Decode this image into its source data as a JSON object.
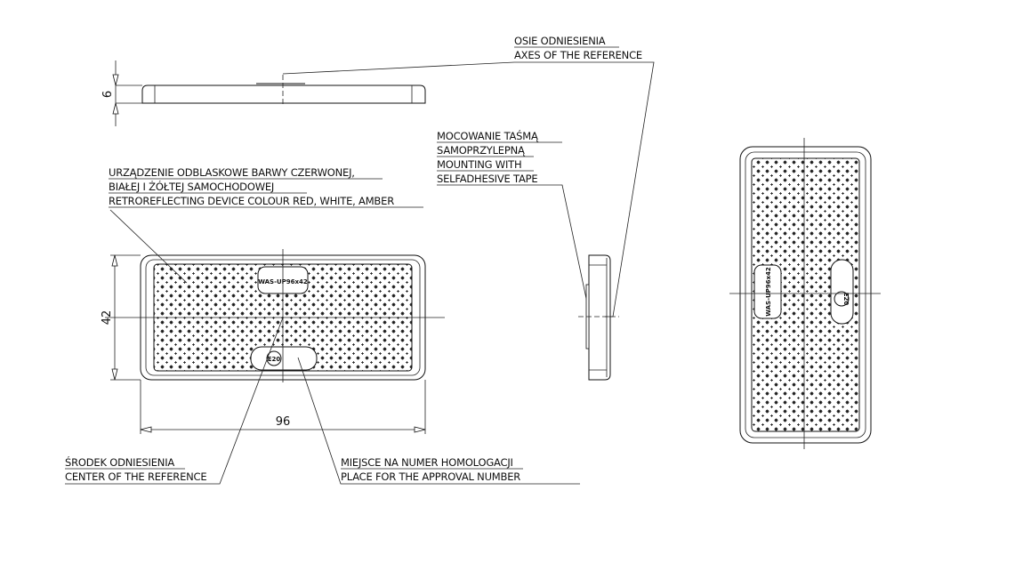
{
  "labels": {
    "axes_pl": "OSIE ODNIESIENIA",
    "axes_en": "AXES OF THE REFERENCE",
    "mounting_pl_1": "MOCOWANIE TAŚMĄ",
    "mounting_pl_2": "SAMOPRZYLEPNĄ",
    "mounting_en_1": "MOUNTING WITH",
    "mounting_en_2": "SELFADHESIVE TAPE",
    "device_pl_1": "URZĄDZENIE ODBLASKOWE BARWY CZERWONEJ,",
    "device_pl_2": " BIAŁEJ I ŻÓŁTEJ SAMOCHODOWEJ",
    "device_en": "RETROREFLECTING DEVICE COLOUR RED, WHITE, AMBER",
    "center_pl": "ŚRODEK ODNIESIENIA",
    "center_en": "CENTER OF THE REFERENCE",
    "approval_pl": "MIEJSCE NA NUMER HOMOLOGACJI",
    "approval_en": "PLACE FOR THE APPROVAL NUMBER"
  },
  "dimensions": {
    "thickness": "6",
    "height": "42",
    "width": "96"
  },
  "markings": {
    "model": "WAS-UP96x42",
    "approval": "E20"
  }
}
